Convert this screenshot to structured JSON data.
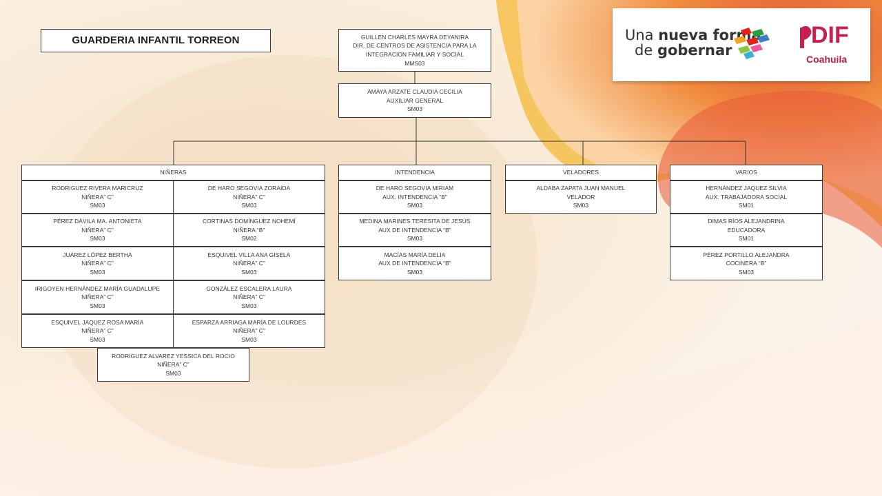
{
  "title": "GUARDERIA INFANTIL TORREON",
  "director": {
    "name": "GUILLEN CHARLES MAYRA DEYANIRA",
    "role_line1": "DIR. DE CENTROS DE ASISTENCIA PARA LA",
    "role_line2": "INTEGRACION FAMILIAR Y SOCIAL",
    "code": "MMS03"
  },
  "assistant": {
    "name": "AMAYA ARZATE CLAUDIA CECILIA",
    "role": "AUXILIAR GENERAL",
    "code": "SM03"
  },
  "departments": {
    "nineras": "NIÑERAS",
    "intendencia": "INTENDENCIA",
    "veladores": "VELADORES",
    "varios": "VARIOS"
  },
  "nineras": [
    {
      "name": "RODRIGUEZ RIVERA MARICRUZ",
      "role": "NIÑERA” C”",
      "code": "SM03"
    },
    {
      "name": "DE HARO SEGOVIA ZORAIDA",
      "role": "NIÑERA” C”",
      "code": "SM03"
    },
    {
      "name": "PÉREZ DÁVILA MA. ANTONIETA",
      "role": "NIÑERA” C”",
      "code": "SM03"
    },
    {
      "name": "CORTINAS DOMÍNGUEZ NOHEMÍ",
      "role": "NIÑERA “B”",
      "code": "SM02"
    },
    {
      "name": "JUÁREZ LÓPEZ BERTHA",
      "role": "NIÑERA” C”",
      "code": "SM03"
    },
    {
      "name": "ESQUIVEL VILLA ANA GISELA",
      "role": "NIÑERA” C”",
      "code": "SM03"
    },
    {
      "name": "IRIGOYEN HERNÁNDEZ MARÍA GUADALUPE",
      "role": "NIÑERA” C”",
      "code": "SM03"
    },
    {
      "name": "GONZÁLEZ ESCALERA LAURA",
      "role": "NIÑERA” C”",
      "code": "SM03"
    },
    {
      "name": "ESQUIVEL JAQUEZ ROSA MARÍA",
      "role": "NIÑERA” C”",
      "code": "SM03"
    },
    {
      "name": "ESPARZA ARRIAGA MARÍA DE LOURDES",
      "role": "NIÑERA” C”",
      "code": "SM03"
    },
    {
      "name": "RODRIGUEZ ALVAREZ YESSICA DEL ROCIO",
      "role": "NIÑERA” C”",
      "code": "SM03"
    }
  ],
  "intendencia": [
    {
      "name": "DE HARO SEGOVIA MIRIAM",
      "role": "AUX. INTENDENCIA “B”",
      "code": "SM03"
    },
    {
      "name": "MEDINA MARINES TERESITA DE JESÚS",
      "role": "AUX DE INTENDENCIA “B”",
      "code": "SM03"
    },
    {
      "name": "MACÍAS MARÍA DELIA",
      "role": "AUX DE INTENDENCIA “B”",
      "code": "SM03"
    }
  ],
  "veladores": [
    {
      "name": "ALDABA ZAPATA JUAN MANUEL",
      "role": "VELADOR",
      "code": "SM03"
    }
  ],
  "varios": [
    {
      "name": "HERNÁNDEZ JAQUEZ SILVIA",
      "role": "AUX. TRABAJADORA SOCIAL",
      "code": "SM01"
    },
    {
      "name": "DIMAS RÍOS ALEJANDRINA",
      "role": "EDUCADORA",
      "code": "SM01"
    },
    {
      "name": "PÉREZ PORTILLO ALEJANDRA",
      "role": "COCINERA “B”",
      "code": "SM03"
    }
  ],
  "logo": {
    "line1a": "Una ",
    "line1b": "nueva forma",
    "line2a": "de ",
    "line2b": "gobernar",
    "dif": "DIF",
    "state": "Coahuila"
  }
}
